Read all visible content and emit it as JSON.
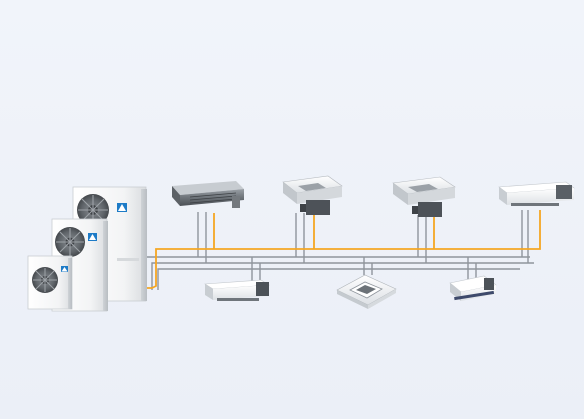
{
  "diagram": {
    "type": "vrv-system-piping",
    "colors": {
      "background": "#edf1f8",
      "refrigerant_pipe": "#f5a623",
      "signal_pipe": "#8f959c",
      "unit_body": "#f7f7f7",
      "brand_blue": "#1d7bc7"
    },
    "outdoor_units": [
      {
        "name": "outdoor-unit-large",
        "fans": 2,
        "icon": "daikin-logo"
      },
      {
        "name": "outdoor-unit-medium",
        "fans": 1,
        "icon": "daikin-logo"
      },
      {
        "name": "outdoor-unit-small",
        "fans": 1,
        "icon": "daikin-logo"
      }
    ],
    "indoor_units_top": [
      {
        "name": "ducted-unit",
        "type": "ducted"
      },
      {
        "name": "cassette-unit-1",
        "type": "ceiling-cassette-box"
      },
      {
        "name": "cassette-unit-2",
        "type": "ceiling-cassette-box"
      },
      {
        "name": "ceiling-suspended-unit-1",
        "type": "ceiling-suspended"
      }
    ],
    "indoor_units_bottom": [
      {
        "name": "ceiling-suspended-unit-2",
        "type": "ceiling-suspended"
      },
      {
        "name": "round-cassette-unit",
        "type": "round-flow-cassette"
      },
      {
        "name": "ceiling-suspended-unit-3",
        "type": "ceiling-suspended"
      }
    ]
  }
}
